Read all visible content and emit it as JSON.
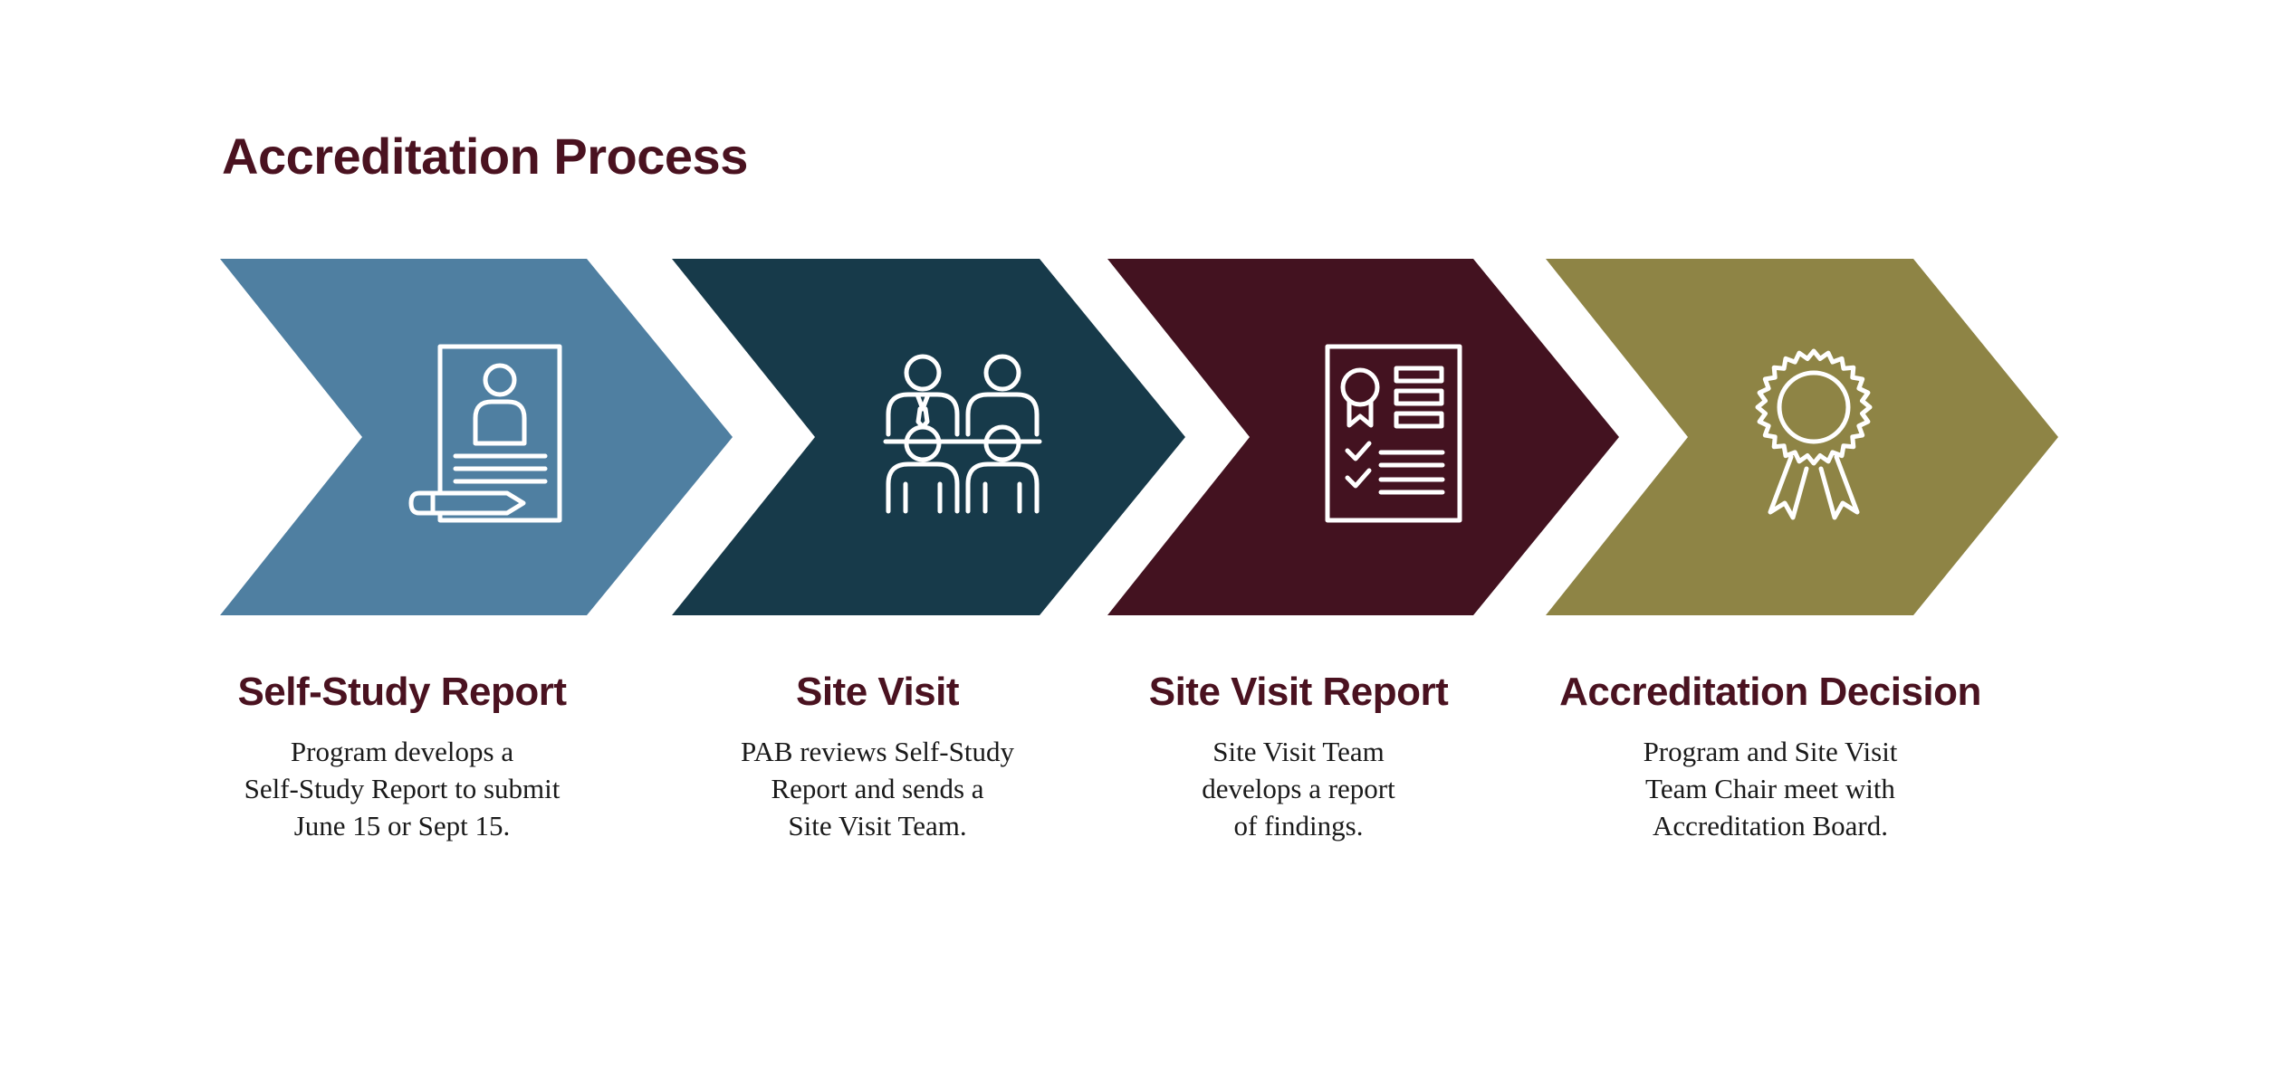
{
  "title": "Accreditation Process",
  "steps": [
    {
      "title": "Self-Study Report",
      "lines": [
        "Program develops a",
        "Self-Study Report to submit",
        "June 15 or Sept 15."
      ],
      "color": "#4f7fa1",
      "icon": "document-pencil-icon"
    },
    {
      "title": "Site Visit",
      "lines": [
        "PAB reviews Self-Study",
        "Report and sends a",
        "Site Visit Team."
      ],
      "color": "#173a4a",
      "icon": "meeting-people-icon"
    },
    {
      "title": "Site Visit Report",
      "lines": [
        "Site Visit Team",
        "develops a report",
        "of findings."
      ],
      "color": "#431220",
      "icon": "checklist-report-icon"
    },
    {
      "title": "Accreditation Decision",
      "lines": [
        "Program and Site Visit",
        "Team Chair meet with",
        "Accreditation Board."
      ],
      "color": "#8e8445",
      "icon": "award-ribbon-icon"
    }
  ]
}
